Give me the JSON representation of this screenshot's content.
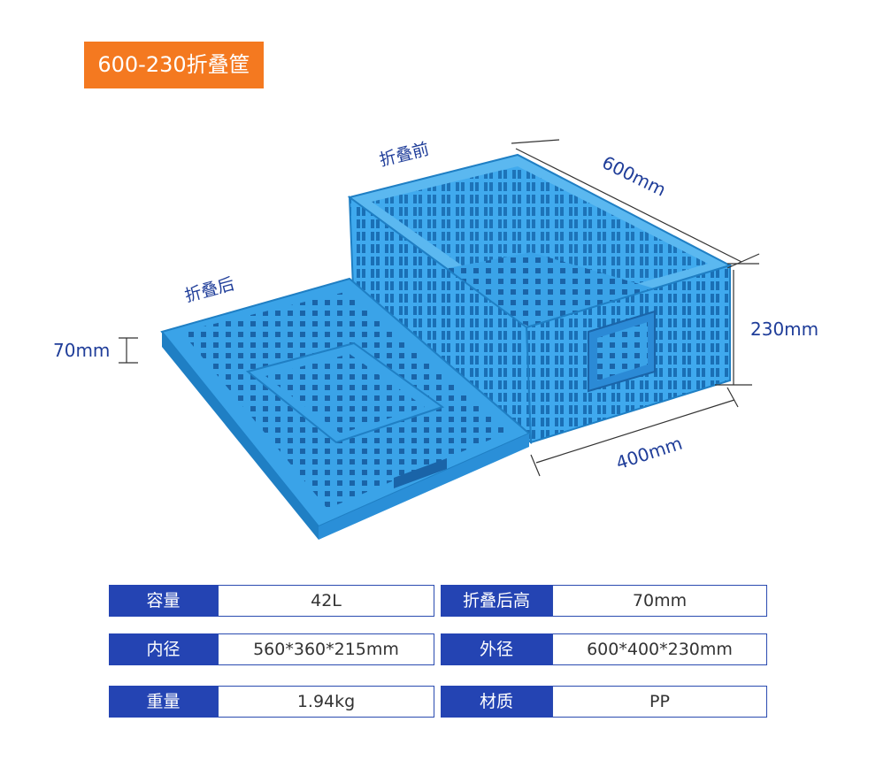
{
  "title": "600-230折叠筐",
  "labels": {
    "folded_after": "折叠后",
    "folded_before": "折叠前",
    "length": "600mm",
    "height": "230mm",
    "width": "400mm",
    "folded_height": "70mm"
  },
  "specs": [
    [
      {
        "key": "容量",
        "value": "42L"
      },
      {
        "key": "折叠后高",
        "value": "70mm"
      }
    ],
    [
      {
        "key": "内径",
        "value": "560*360*215mm"
      },
      {
        "key": "外径",
        "value": "600*400*230mm"
      }
    ],
    [
      {
        "key": "重量",
        "value": "1.94kg"
      },
      {
        "key": "材质",
        "value": "PP"
      }
    ]
  ],
  "colors": {
    "badge": "#f47920",
    "crate": "#3aa3e8",
    "crate_dark": "#1f7fc4",
    "key_bg": "#2444b3",
    "label": "#1f3d99"
  }
}
